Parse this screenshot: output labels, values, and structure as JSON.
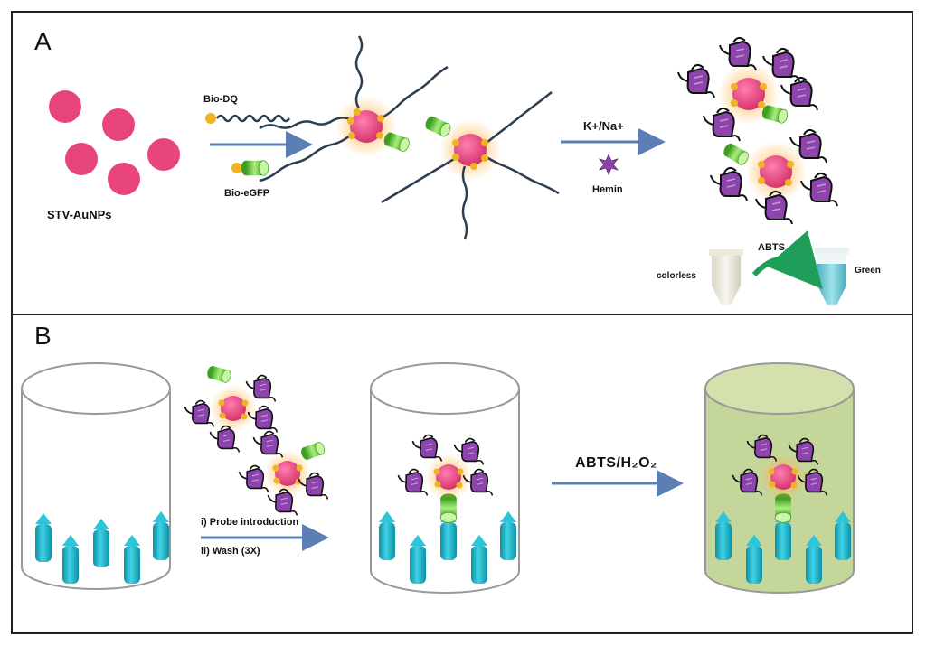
{
  "panel_a": {
    "letter": "A",
    "stv_label": "STV-AuNPs",
    "bio_dq_label": "Bio-DQ",
    "bio_egfp_label": "Bio-eGFP",
    "cation_label": "K+/Na+",
    "hemin_label": "Hemin",
    "abts_label": "ABTS",
    "colorless_label": "colorless",
    "green_label": "Green"
  },
  "panel_b": {
    "letter": "B",
    "step1_label": "i) Probe introduction",
    "step2_label": "ii) Wash (3X)",
    "reagent_label": "ABTS/H₂O₂"
  },
  "colors": {
    "gold_np": "#e8457f",
    "dots": "#f0b323",
    "dna": "#2c3e50",
    "egfp": "#6fc53c",
    "hemin": "#8e44ad",
    "capture_probe": "#22b4c8",
    "arrow": "#5b7fb5",
    "green_solution": "#c5d69a"
  }
}
